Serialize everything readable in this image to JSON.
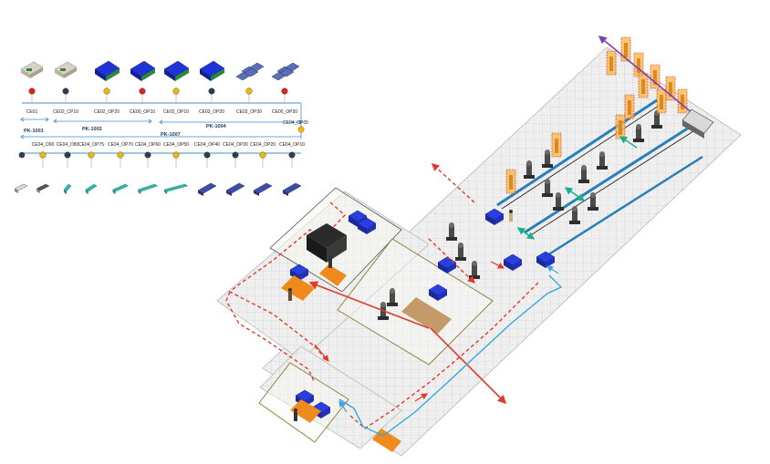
{
  "top_stations": [
    {
      "label": "CE01",
      "node": "red"
    },
    {
      "label": "CE02_CP10",
      "node": "dark"
    },
    {
      "label": "CE02_OP20",
      "node": "yellow"
    },
    {
      "label": "CE00_OP10",
      "node": "red"
    },
    {
      "label": "CE02_OP10",
      "node": "yellow"
    },
    {
      "label": "CE03_OP20",
      "node": "dark"
    },
    {
      "label": "CE03_OP30",
      "node": "yellow"
    },
    {
      "label": "CE00_OP20",
      "node": "red"
    }
  ],
  "bottom_stations": [
    {
      "label": "CE04_O90",
      "node": "yellow"
    },
    {
      "label": "CE04_O80",
      "node": "dark"
    },
    {
      "label": "CE04_OP75",
      "node": "yellow"
    },
    {
      "label": "CE04_OP70",
      "node": "yellow"
    },
    {
      "label": "CE04_OP60",
      "node": "dark"
    },
    {
      "label": "CE04_OP50",
      "node": "yellow"
    },
    {
      "label": "CE04_OP40",
      "node": "dark"
    },
    {
      "label": "CE04_OP30",
      "node": "dark"
    },
    {
      "label": "CE04_OP20",
      "node": "yellow"
    },
    {
      "label": "CE04_OP10",
      "node": "dark"
    }
  ],
  "end_station": {
    "label": "CE04_OP05",
    "node": "yellow"
  },
  "process_groups": [
    {
      "label": "PK-1001"
    },
    {
      "label": "PK-1002"
    },
    {
      "label": "PK-1004"
    },
    {
      "label": "PK-1007"
    }
  ],
  "colors": {
    "node_red": "#e0211c",
    "node_yellow": "#f2b705",
    "node_dark": "#2c3e50",
    "line_blue": "#3d8fd6",
    "flow_red": "#e23a2a",
    "flow_blue": "#3aa6e0",
    "machine_blue": "#2233c8",
    "floor_grid": "#e9e9e9",
    "highlight_orange": "#ffb347"
  },
  "icons": [
    "module-part-icon",
    "battery-module-icon",
    "cell-icon",
    "factory-layout-icon"
  ]
}
